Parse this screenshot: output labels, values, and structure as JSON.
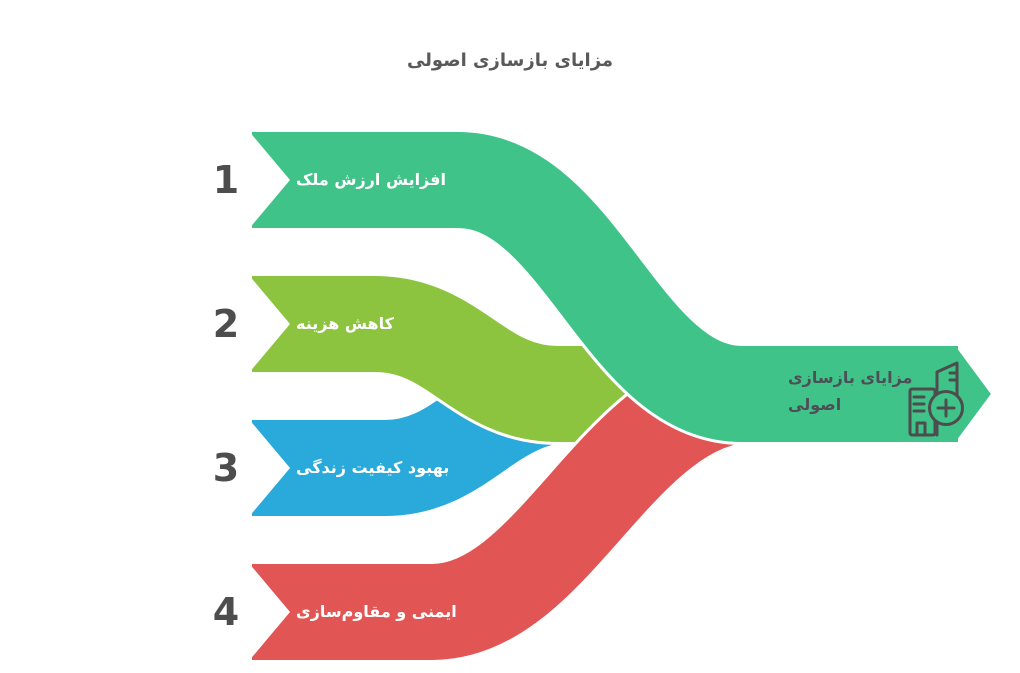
{
  "title": "مزایای بازسازی اصولی",
  "items": [
    {
      "number": "1",
      "label": "افزایش ارزش ملک",
      "color": "#3fc389"
    },
    {
      "number": "2",
      "label": "کاهش هزینه",
      "color": "#8cc43f"
    },
    {
      "number": "3",
      "label": "بهبود کیفیت زندگی",
      "color": "#29aadb"
    },
    {
      "number": "4",
      "label": "ایمنی و مقاوم‌سازی",
      "color": "#e15655"
    }
  ],
  "output": {
    "label_line1": "مزایای بازسازی",
    "label_line2": "اصولی",
    "color": "#3fc389",
    "icon": "building-plus-icon"
  },
  "colors": {
    "background": "#ffffff",
    "outline": "#ffffff",
    "title_text": "#595959",
    "number_text": "#4d4d4d",
    "output_text": "#4d4f57",
    "icon_stroke": "#4d4d4d"
  }
}
